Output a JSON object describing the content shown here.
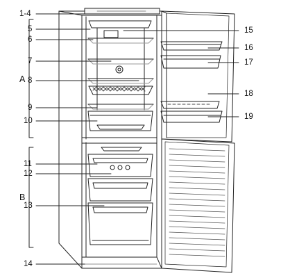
{
  "diagram": {
    "labels": {
      "l1_4": "1-4",
      "l5": "5",
      "l6": "6",
      "l7": "7",
      "l8": "8",
      "l9": "9",
      "l10": "10",
      "l11": "11",
      "l12": "12",
      "l13": "13",
      "l14": "14",
      "l15": "15",
      "l16": "16",
      "l17": "17",
      "l18": "18",
      "l19": "19",
      "sectionA": "A",
      "sectionB": "B"
    },
    "colors": {
      "line": "#222222",
      "glass": "#9a9a9a",
      "rack": "#444444",
      "panel": "#f4f4f4"
    }
  }
}
